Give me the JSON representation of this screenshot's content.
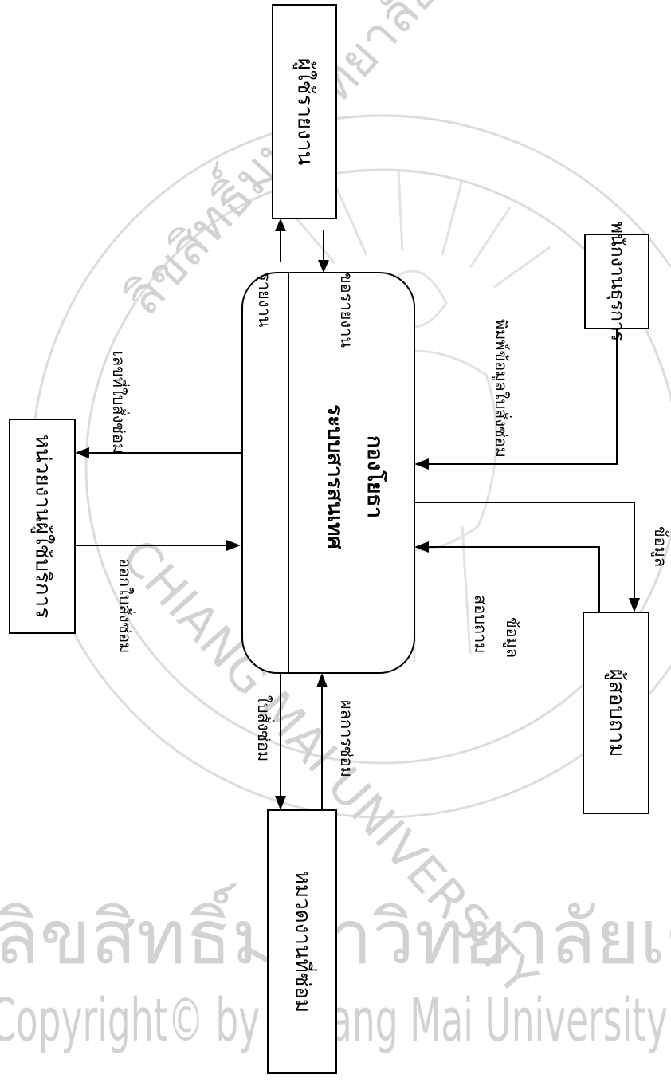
{
  "process": {
    "line1": "ระบบสารสนเทศ",
    "line2": "กองโยธา"
  },
  "entities": {
    "report_user": "ผู้ใช้รายงาน",
    "service_unit": "หน่วยงานผู้ใช้บริการ",
    "admin_staff": "พนักงานธุรการ",
    "inquirer": "ผู้สอบถาม",
    "repair_unit": "หมวดงานที่ซ่อม"
  },
  "flows": {
    "report": "รายงาน",
    "request_report": "ขอรายงาน",
    "repair_order_no": "เลขที่ใบสั่งซ่อม",
    "issue_repair_order": "ออกใบสั่งซ่อม",
    "print_repair_order": "พิมพ์ข้อมูลใบสั่งซ่อม",
    "data_out": "ข้อมูล",
    "inquire_data": "สอบถาม\nข้อมูล",
    "repair_order": "ใบสั่งซ่อม",
    "repair_result": "ผลการซ่อม"
  },
  "watermark": {
    "thai_seal_text": "ลิขสิทธิ์มหาวิทยาลัยเชียงใหม่",
    "thai_bottom": "ลิขสิทธิ์มหาวิทยาลัยเชียงใหม่",
    "copyright": "Copyright© by Chiang Mai University",
    "university_en": "CHIANG MAI UNIVERSITY"
  }
}
